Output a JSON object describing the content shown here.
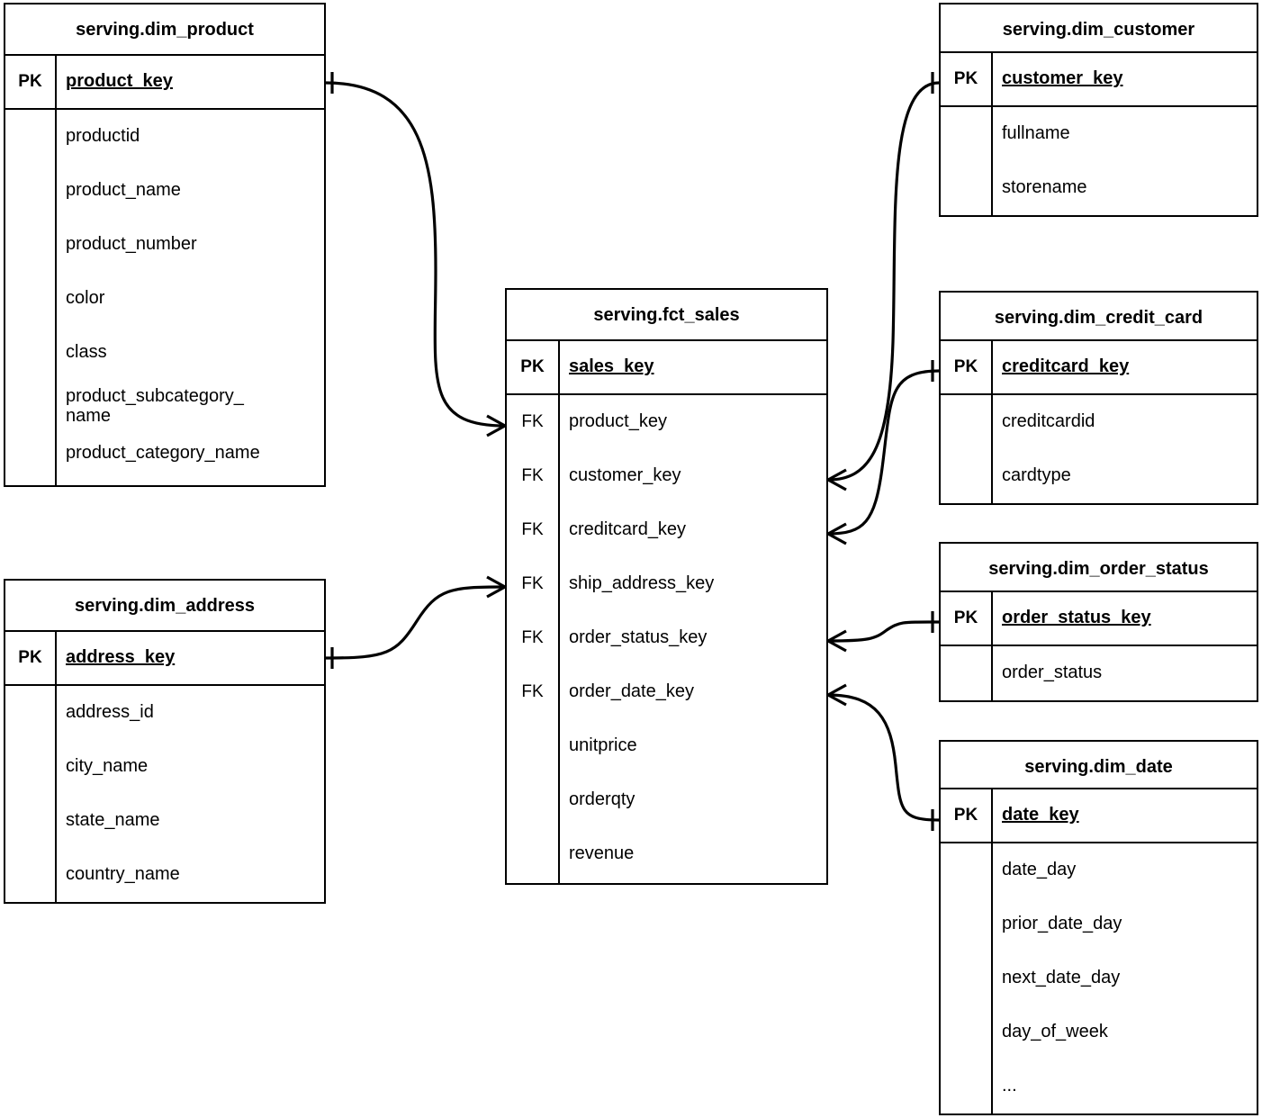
{
  "diagram": {
    "type": "entity-relationship-diagram",
    "notation": "crows-foot",
    "background": "#ffffff",
    "line_color": "#000000"
  },
  "entities": [
    {
      "id": "dim_product",
      "title": "serving.dim_product",
      "pk_label": "PK",
      "pk_field": "product_key",
      "fields": [
        "productid",
        "product_name",
        "product_number",
        "color",
        "class",
        "product_subcategory_\nname",
        "product_category_name"
      ]
    },
    {
      "id": "dim_address",
      "title": "serving.dim_address",
      "pk_label": "PK",
      "pk_field": "address_key",
      "fields": [
        "address_id",
        "city_name",
        "state_name",
        "country_name"
      ]
    },
    {
      "id": "fct_sales",
      "title": "serving.fct_sales",
      "pk_label": "PK",
      "pk_field": "sales_key",
      "fk_label": "FK",
      "fk_fields": [
        "product_key",
        "customer_key",
        "creditcard_key",
        "ship_address_key",
        "order_status_key",
        "order_date_key"
      ],
      "fields": [
        "unitprice",
        "orderqty",
        "revenue"
      ]
    },
    {
      "id": "dim_customer",
      "title": "serving.dim_customer",
      "pk_label": "PK",
      "pk_field": "customer_key",
      "fields": [
        "fullname",
        "storename"
      ]
    },
    {
      "id": "dim_credit_card",
      "title": "serving.dim_credit_card",
      "pk_label": "PK",
      "pk_field": "creditcard_key",
      "fields": [
        "creditcardid",
        "cardtype"
      ]
    },
    {
      "id": "dim_order_status",
      "title": "serving.dim_order_status",
      "pk_label": "PK",
      "pk_field": "order_status_key",
      "fields": [
        "order_status"
      ]
    },
    {
      "id": "dim_date",
      "title": "serving.dim_date",
      "pk_label": "PK",
      "pk_field": "date_key",
      "fields": [
        "date_day",
        "prior_date_day",
        "next_date_day",
        "day_of_week",
        "..."
      ]
    }
  ],
  "relationships": [
    {
      "id": "rel-product-sales",
      "from_entity": "dim_product",
      "from_field": "product_key",
      "to_entity": "fct_sales",
      "to_field": "product_key",
      "from_cardinality": "one",
      "to_cardinality": "many"
    },
    {
      "id": "rel-address-sales",
      "from_entity": "dim_address",
      "from_field": "address_key",
      "to_entity": "fct_sales",
      "to_field": "ship_address_key",
      "from_cardinality": "one",
      "to_cardinality": "many"
    },
    {
      "id": "rel-customer-sales",
      "from_entity": "dim_customer",
      "from_field": "customer_key",
      "to_entity": "fct_sales",
      "to_field": "customer_key",
      "from_cardinality": "one",
      "to_cardinality": "many"
    },
    {
      "id": "rel-creditcard-sales",
      "from_entity": "dim_credit_card",
      "from_field": "creditcard_key",
      "to_entity": "fct_sales",
      "to_field": "creditcard_key",
      "from_cardinality": "one",
      "to_cardinality": "many"
    },
    {
      "id": "rel-orderstatus-sales",
      "from_entity": "dim_order_status",
      "from_field": "order_status_key",
      "to_entity": "fct_sales",
      "to_field": "order_status_key",
      "from_cardinality": "one",
      "to_cardinality": "many"
    },
    {
      "id": "rel-date-sales",
      "from_entity": "dim_date",
      "from_field": "date_key",
      "to_entity": "fct_sales",
      "to_field": "order_date_key",
      "from_cardinality": "one",
      "to_cardinality": "many"
    }
  ]
}
